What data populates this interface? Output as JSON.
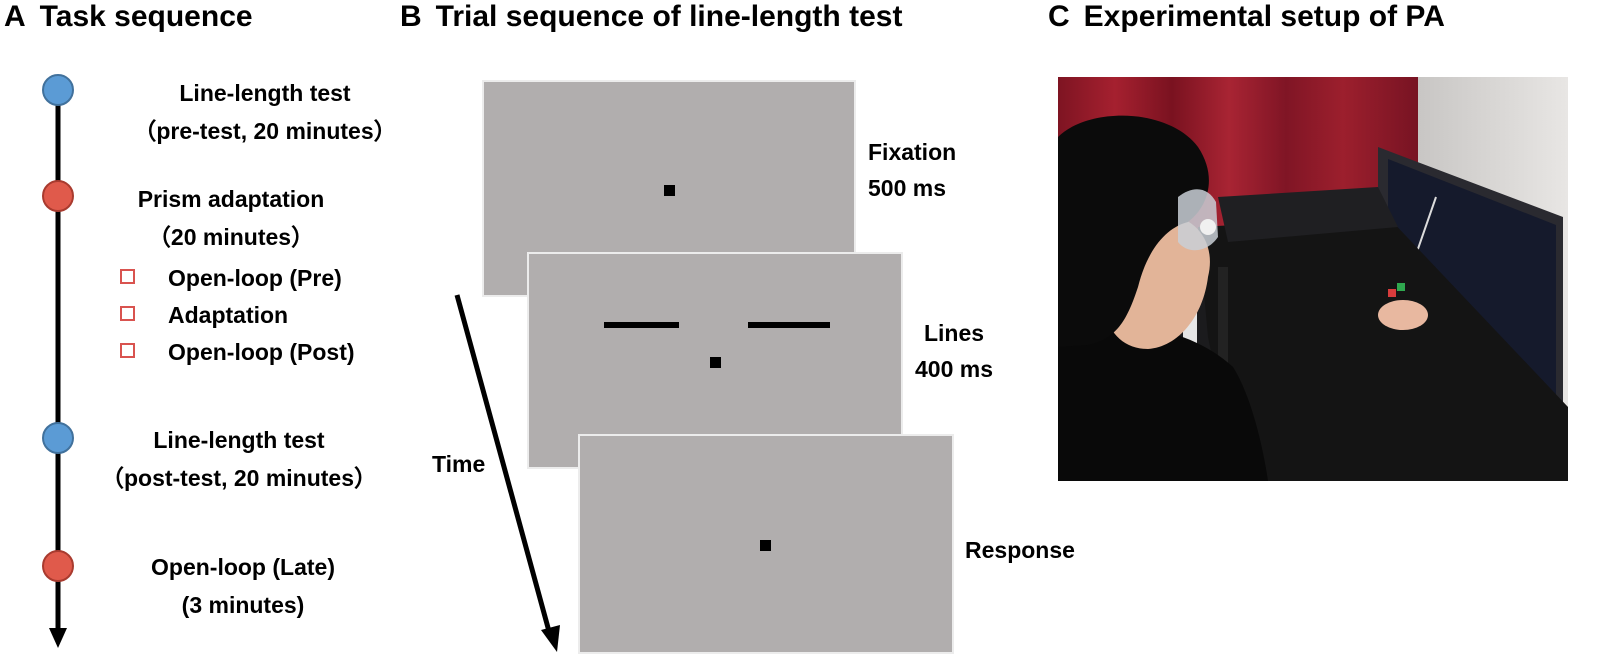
{
  "panels": {
    "a": {
      "letter": "A",
      "title": "Task sequence"
    },
    "b": {
      "letter": "B",
      "title": "Trial sequence of line-length test"
    },
    "c": {
      "letter": "C",
      "title": "Experimental setup of PA"
    }
  },
  "timeline": {
    "steps": [
      {
        "line1": "Line-length test",
        "line2": "（pre-test, 20 minutes）",
        "color": "#5b9bd5"
      },
      {
        "line1": "Prism adaptation",
        "line2": "（20 minutes）",
        "color": "#e05a4b"
      },
      {
        "line1": "Line-length test",
        "line2": "（post-test, 20 minutes）",
        "color": "#5b9bd5"
      },
      {
        "line1": "Open-loop (Late)",
        "line2": "(3 minutes)",
        "color": "#e05a4b"
      }
    ],
    "substeps": [
      "Open-loop (Pre)",
      "Adaptation",
      "Open-loop (Post)"
    ],
    "substep_color": "#d9534f"
  },
  "trial": {
    "time_label": "Time",
    "screens": [
      {
        "line1": "Fixation",
        "line2": "500 ms"
      },
      {
        "line1": "Lines",
        "line2": "400 ms"
      },
      {
        "line1": "Response",
        "line2": ""
      }
    ]
  },
  "photo": {
    "description_icon": "participant-at-prism-setup-photo"
  }
}
